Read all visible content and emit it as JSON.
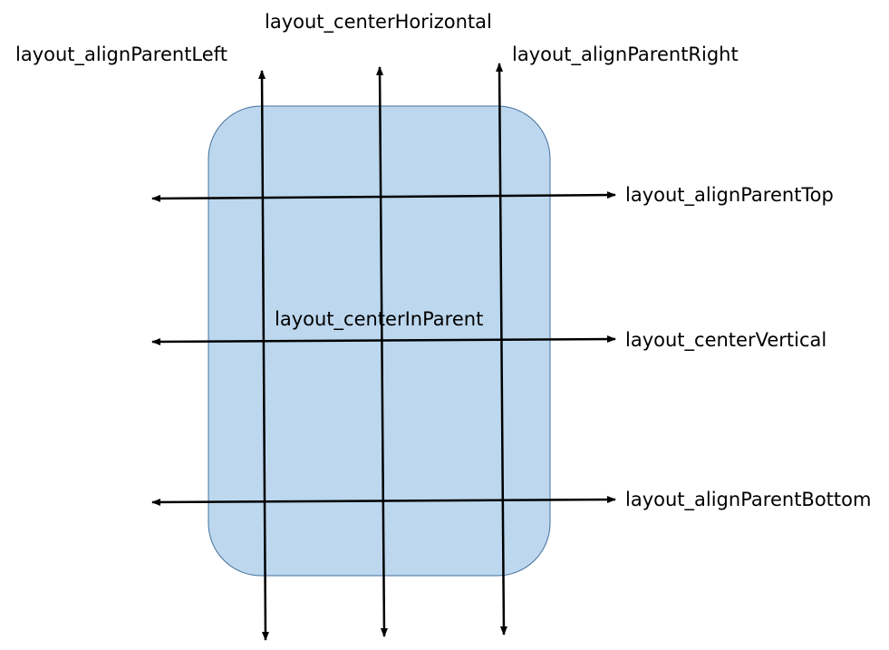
{
  "labels": {
    "align_parent_left": "layout_alignParentLeft",
    "center_horizontal": "layout_centerHorizontal",
    "align_parent_right": "layout_alignParentRight",
    "align_parent_top": "layout_alignParentTop",
    "center_in_parent": "layout_centerInParent",
    "center_vertical": "layout_centerVertical",
    "align_parent_bottom": "layout_alignParentBottom"
  },
  "colors": {
    "parent_fill": "#bdd7ee",
    "parent_stroke": "#41719c",
    "arrow": "#000000",
    "text": "#000000"
  }
}
